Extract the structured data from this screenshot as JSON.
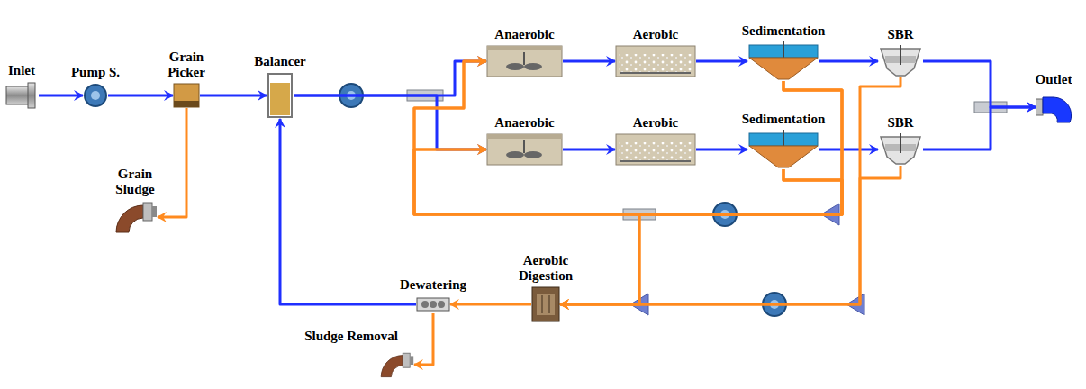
{
  "diagram": {
    "nodes": [
      {
        "text": [
          "Inlet"
        ]
      },
      {
        "text": [
          "Pump S."
        ]
      },
      {
        "text": [
          "Grain Picker"
        ]
      },
      {
        "text": [
          "Balancer"
        ]
      },
      {
        "text": [
          "Grain Sludge"
        ]
      },
      {
        "text": [
          "Anaerobic"
        ]
      },
      {
        "text": [
          "Aerobic"
        ]
      },
      {
        "text": [
          "Sedimentation"
        ]
      },
      {
        "text": [
          "SBR"
        ]
      },
      {
        "text": [
          "Anaerobic"
        ]
      },
      {
        "text": [
          "Aerobic"
        ]
      },
      {
        "text": [
          "Sedimentation"
        ]
      },
      {
        "text": [
          "SBR"
        ]
      },
      {
        "text": [
          "Outlet"
        ]
      },
      {
        "text": [
          "Aerobic Digestion"
        ]
      },
      {
        "text": [
          "Dewatering"
        ]
      },
      {
        "text": [
          "Sludge Removal"
        ]
      }
    ],
    "edges": [
      {
        "from": 0,
        "to": 1,
        "arrow": "to"
      },
      {
        "from": 1,
        "to": 2,
        "arrow": "to"
      },
      {
        "from": 2,
        "to": 3,
        "arrow": "to"
      },
      {
        "from": 2,
        "to": 4,
        "arrow": "to"
      },
      {
        "from": 3,
        "to": 5,
        "arrow": "to"
      },
      {
        "from": 3,
        "to": 9,
        "arrow": "to"
      },
      {
        "from": 5,
        "to": 6,
        "arrow": "to"
      },
      {
        "from": 6,
        "to": 7,
        "arrow": "to"
      },
      {
        "from": 7,
        "to": 8,
        "arrow": "to"
      },
      {
        "from": 8,
        "to": 13,
        "arrow": "to"
      },
      {
        "from": 9,
        "to": 10,
        "arrow": "to"
      },
      {
        "from": 10,
        "to": 11,
        "arrow": "to"
      },
      {
        "from": 11,
        "to": 12,
        "arrow": "to"
      },
      {
        "from": 12,
        "to": 13,
        "arrow": "to"
      },
      {
        "from": 7,
        "to": 5,
        "arrow": "to"
      },
      {
        "from": 7,
        "to": 9,
        "arrow": "to"
      },
      {
        "from": 11,
        "to": 5,
        "arrow": "to"
      },
      {
        "from": 11,
        "to": 9,
        "arrow": "to"
      },
      {
        "from": 7,
        "to": 14,
        "arrow": "to"
      },
      {
        "from": 11,
        "to": 14,
        "arrow": "to"
      },
      {
        "from": 8,
        "to": 14,
        "arrow": "to"
      },
      {
        "from": 12,
        "to": 14,
        "arrow": "to"
      },
      {
        "from": 14,
        "to": 15,
        "arrow": "to"
      },
      {
        "from": 15,
        "to": 16,
        "arrow": "to"
      },
      {
        "from": 15,
        "to": 3,
        "arrow": "to"
      }
    ]
  }
}
